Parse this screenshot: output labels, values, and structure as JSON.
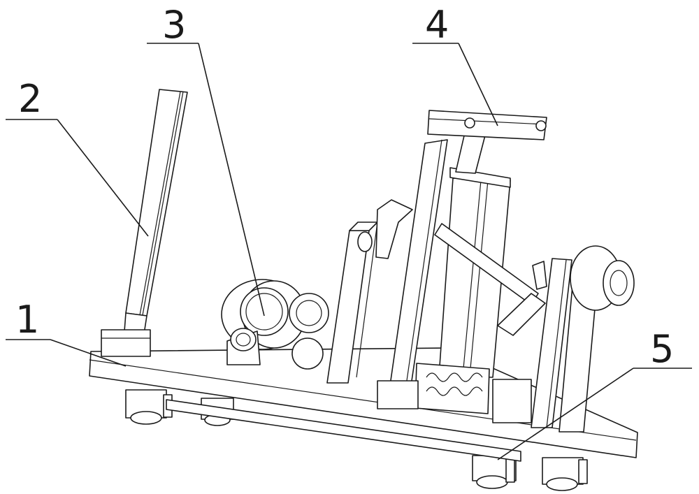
{
  "figure": {
    "callouts": [
      {
        "id": "1",
        "label": "1"
      },
      {
        "id": "2",
        "label": "2"
      },
      {
        "id": "3",
        "label": "3"
      },
      {
        "id": "4",
        "label": "4"
      },
      {
        "id": "5",
        "label": "5"
      }
    ],
    "colors": {
      "line": "#1a1a1a",
      "background": "#ffffff"
    }
  }
}
